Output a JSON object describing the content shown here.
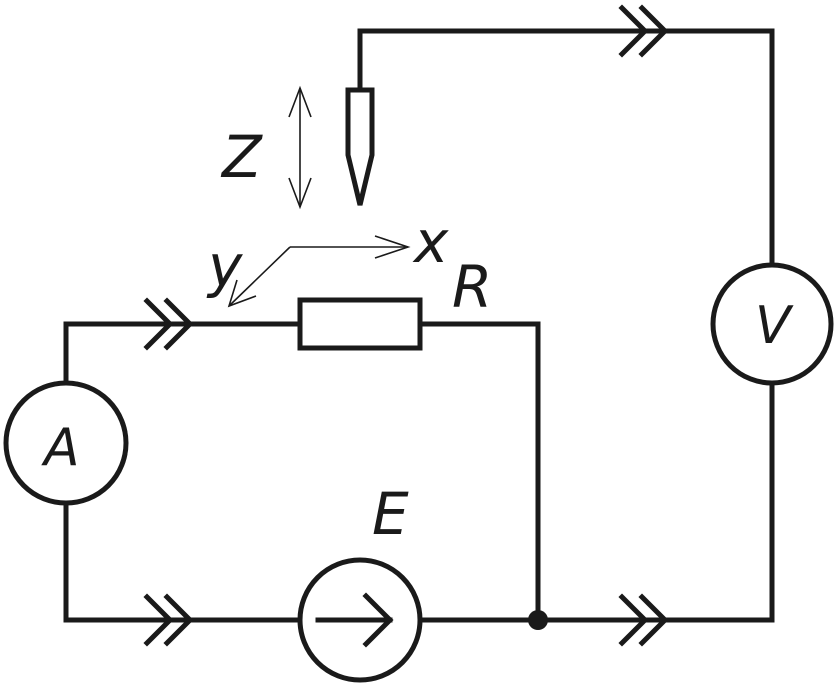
{
  "labels": {
    "z": "Z",
    "x": "x",
    "y": "y",
    "resistor": "R",
    "voltmeter": "V",
    "ammeter": "A",
    "source": "E"
  },
  "colors": {
    "ink": "#1a1a1a",
    "background": "#ffffff"
  }
}
